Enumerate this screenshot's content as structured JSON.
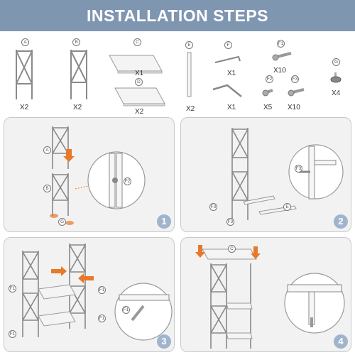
{
  "title": "INSTALLATION STEPS",
  "colors": {
    "title_bg": "#7f96b1",
    "panel_bg": "#f2f2f2",
    "arrow": "#e8782a",
    "step_circle": "#9fb5cd"
  },
  "parts": [
    {
      "letter": "A",
      "qty": "X2",
      "icon": "side-frame-icon"
    },
    {
      "letter": "B",
      "qty": "X2",
      "icon": "side-frame-icon"
    },
    {
      "letter": "C",
      "qty": "X1",
      "icon": "shelf-board-icon"
    },
    {
      "letter": "D",
      "qty": "X2",
      "icon": "shelf-board-icon"
    },
    {
      "letter": "E",
      "qty": "X2",
      "icon": "support-bar-icon"
    },
    {
      "letter": "F",
      "qty": "X1",
      "icon": "allen-key-small-icon"
    },
    {
      "letter": "",
      "qty": "X1",
      "icon": "allen-key-large-icon"
    },
    {
      "letter": "F1",
      "qty": "X10",
      "icon": "long-bolt-icon"
    },
    {
      "letter": "F2",
      "qty": "X5",
      "icon": "short-bolt-icon"
    },
    {
      "letter": "F3",
      "qty": "X10",
      "icon": "bolt-icon"
    },
    {
      "letter": "G",
      "qty": "X4",
      "icon": "foot-pad-icon"
    }
  ],
  "steps": [
    {
      "number": "1",
      "labels": {
        "a": "A",
        "b": "B",
        "g": "G",
        "f2": "F2"
      }
    },
    {
      "number": "2",
      "labels": {
        "f3": "F3",
        "e": "E"
      }
    },
    {
      "number": "3",
      "labels": {
        "f1": "F1"
      }
    },
    {
      "number": "4",
      "labels": {
        "c": "C"
      }
    }
  ]
}
